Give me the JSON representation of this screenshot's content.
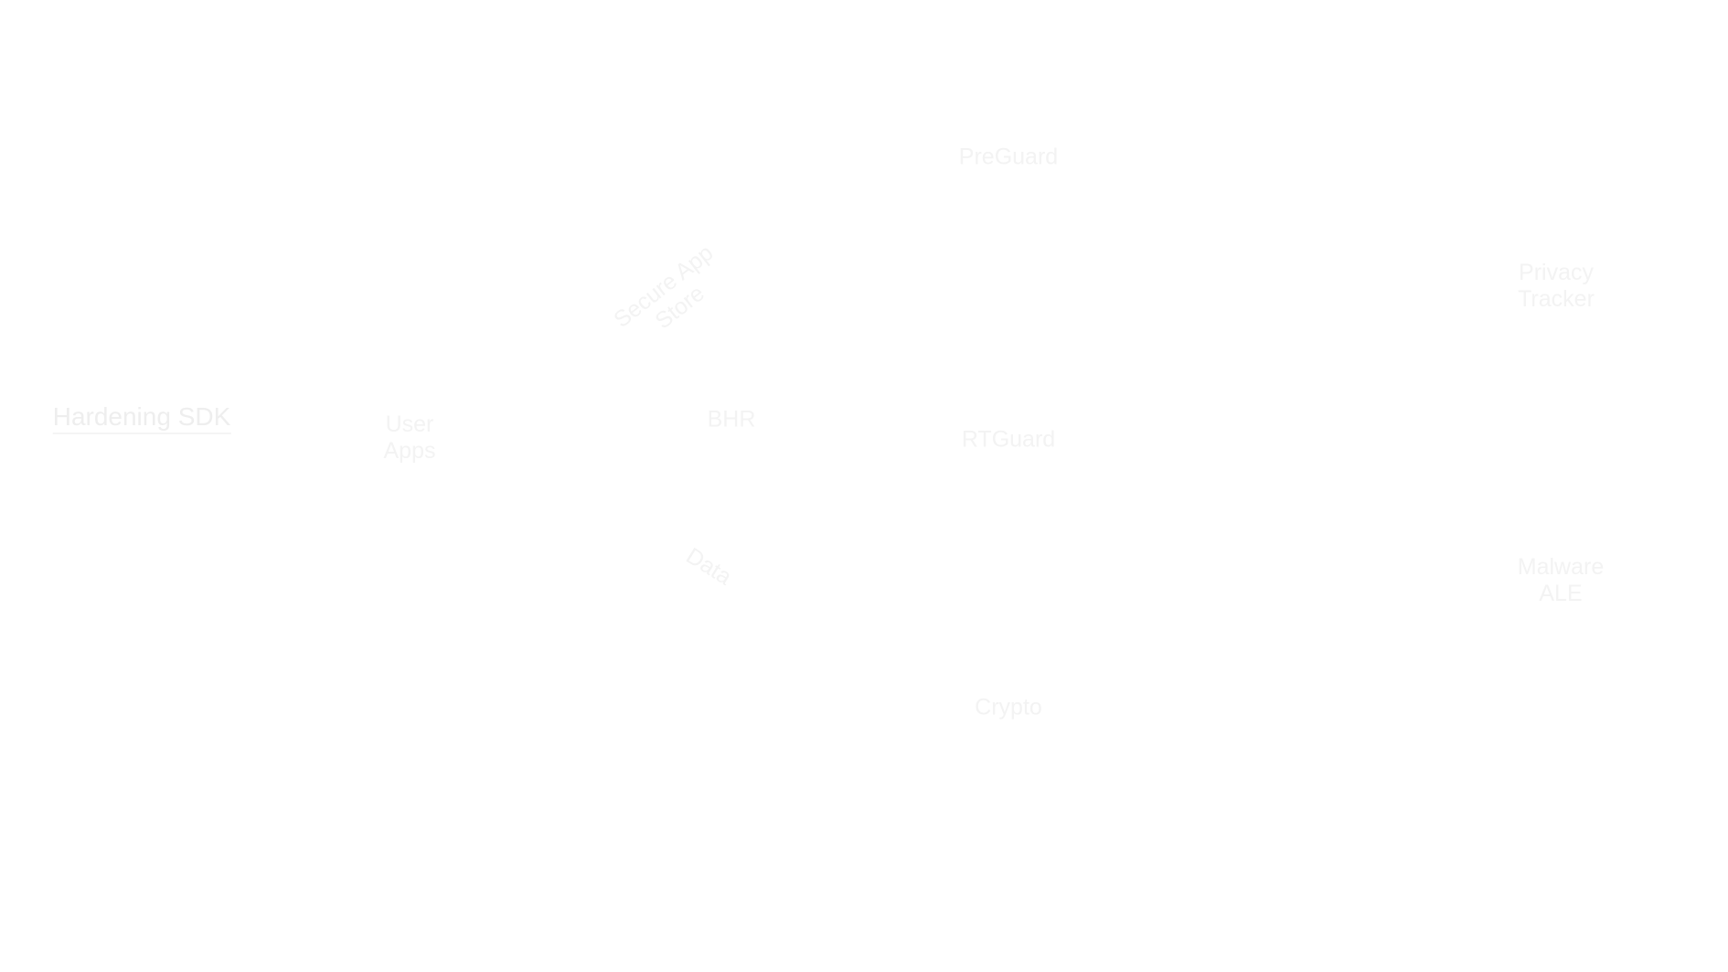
{
  "diagram": {
    "nodes": {
      "hardening_sdk": "Hardening SDK",
      "user_apps": [
        "User",
        "Apps"
      ],
      "secure_app_store": [
        "Secure App",
        "Store"
      ],
      "bhr": "BHR",
      "data": "Data",
      "pre_guard": "PreGuard",
      "rt_guard": "RTGuard",
      "crypto": "Crypto",
      "privacy_tracker": [
        "Privacy",
        "Tracker"
      ],
      "malware_ale": [
        "Malware",
        "ALE"
      ]
    },
    "colors": {
      "background": "#ffffff",
      "text": "#f3f3f3"
    }
  }
}
